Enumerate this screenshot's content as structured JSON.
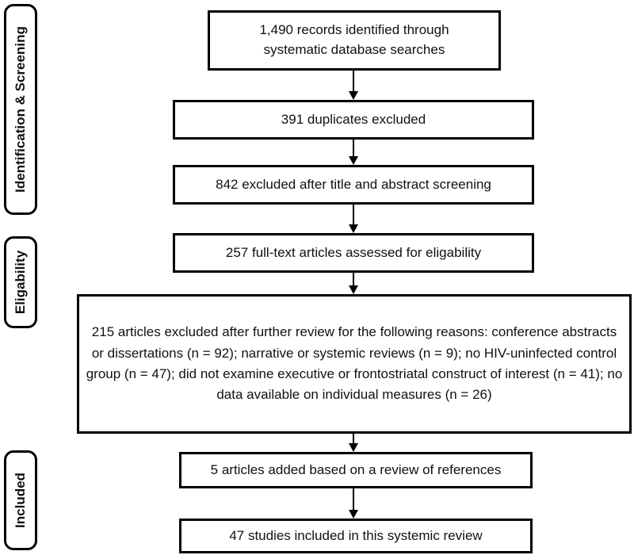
{
  "stages": {
    "identification": "Identification & Screening",
    "eligibility": "Eligability",
    "included": "Included"
  },
  "boxes": {
    "identified": "1,490 records identified through systematic database searches",
    "duplicates": "391 duplicates excluded",
    "title_abstract": "842 excluded after title and abstract screening",
    "full_text": "257 full-text articles assessed for eligability",
    "excluded_reasons": "215 articles excluded after further review for the following reasons: conference abstracts or dissertations (n = 92); narrative or systemic reviews (n = 9); no HIV-uninfected control group (n = 47); did not examine executive or frontostriatal construct of interest (n = 41); no data available on individual measures (n = 26)",
    "added": "5 articles added based on a review of references",
    "included": "47 studies included in this systemic review"
  }
}
